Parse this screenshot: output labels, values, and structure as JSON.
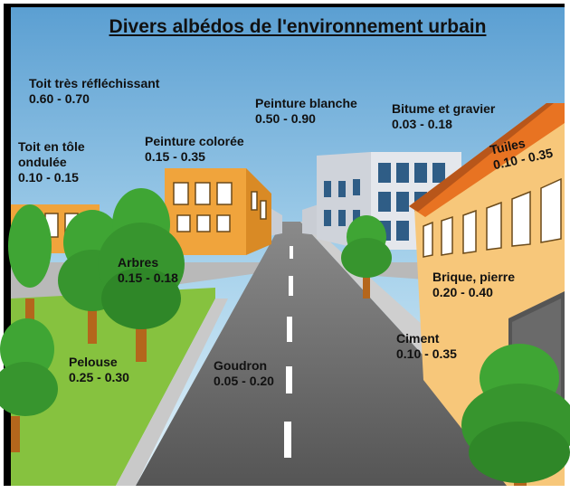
{
  "title": "Divers albédos de l'environnement urbain",
  "labels": {
    "toit_reflechissant": {
      "name": "Toit très réfléchissant",
      "range": "0.60 - 0.70"
    },
    "peinture_blanche": {
      "name": "Peinture blanche",
      "range": "0.50 - 0.90"
    },
    "bitume_gravier": {
      "name": "Bitume et gravier",
      "range": "0.03 - 0.18"
    },
    "toit_tole": {
      "name_line1": "Toit en tôle",
      "name_line2": "ondulée",
      "range": "0.10 - 0.15"
    },
    "peinture_coloree": {
      "name": "Peinture colorée",
      "range": "0.15 - 0.35"
    },
    "tuiles": {
      "name": "Tuiles",
      "range": "0.10 - 0.35"
    },
    "arbres": {
      "name": "Arbres",
      "range": "0.15 - 0.18"
    },
    "brique_pierre": {
      "name": "Brique, pierre",
      "range": "0.20 - 0.40"
    },
    "ciment": {
      "name": "Ciment",
      "range": "0.10 - 0.35"
    },
    "pelouse": {
      "name": "Pelouse",
      "range": "0.25 - 0.30"
    },
    "goudron": {
      "name": "Goudron",
      "range": "0.05 - 0.20"
    }
  },
  "colors": {
    "sky_top": "#5b9fd2",
    "sky_bottom": "#d8ecf6",
    "road": "#5e5e5e",
    "grass": "#86c23f",
    "tree": "#3fa534",
    "building_orange": "#f0a43c",
    "building_yellow": "#f7c77a",
    "building_grey": "#d3d7de",
    "roof_tiles": "#e87322"
  }
}
